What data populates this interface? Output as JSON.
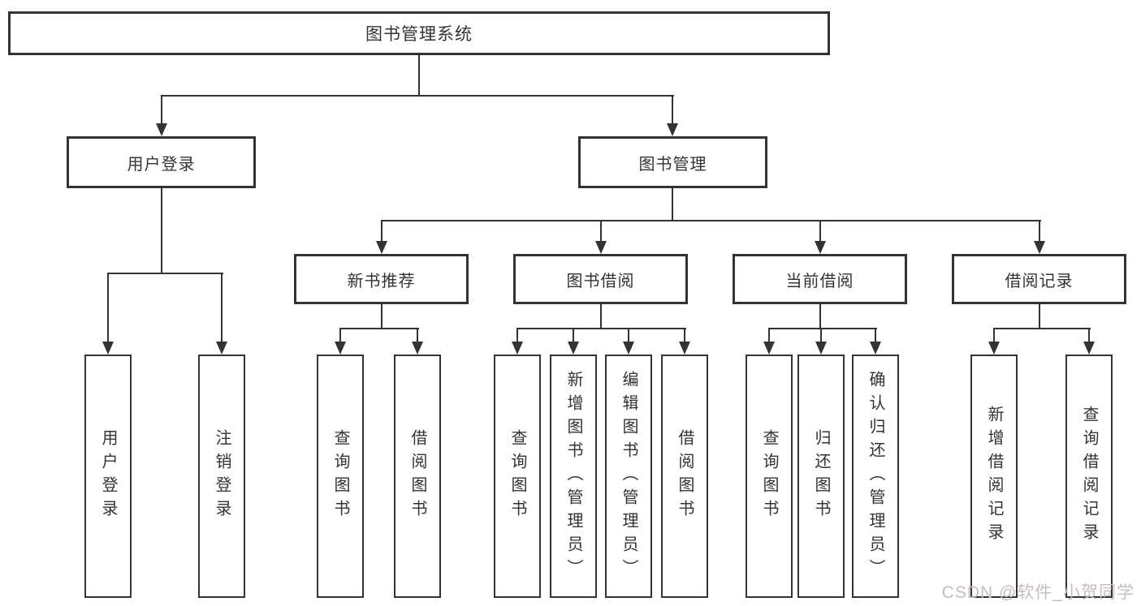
{
  "tree": {
    "root": "图书管理系统",
    "branches": [
      {
        "label": "用户登录",
        "children": [
          "用户登录",
          "注销登录"
        ]
      },
      {
        "label": "图书管理",
        "sections": [
          {
            "label": "新书推荐",
            "children": [
              "查询图书",
              "借阅图书"
            ]
          },
          {
            "label": "图书借阅",
            "children": [
              "查询图书",
              "新增图书（管理员）",
              "编辑图书（管理员）",
              "借阅图书"
            ]
          },
          {
            "label": "当前借阅",
            "children": [
              "查询图书",
              "归还图书",
              "确认归还（管理员）"
            ]
          },
          {
            "label": "借阅记录",
            "children": [
              "新增借阅记录",
              "查询借阅记录"
            ]
          }
        ]
      }
    ]
  },
  "watermark": "CSDN @软件_小贺同学",
  "colors": {
    "line": "#333333",
    "node_text": "#333333",
    "node_fill": "#ffffff",
    "background": "#ffffff",
    "watermark": "#c8bcbc"
  }
}
